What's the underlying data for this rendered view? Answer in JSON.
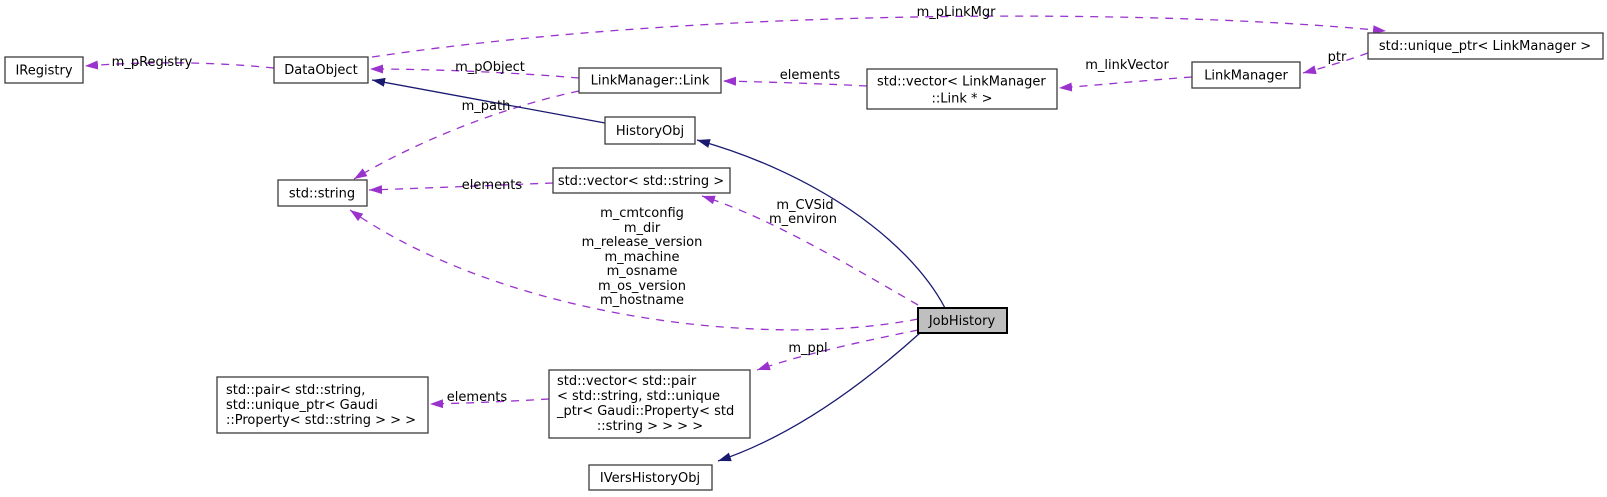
{
  "diagram": {
    "type": "class-collaboration-graph",
    "selected_node": "JobHistory",
    "colors": {
      "background": "#ffffff",
      "inheritance_edge": "#191970",
      "usage_edge": "#9a32cd",
      "node_border": "#3c3c3c",
      "node_fill": "#ffffff",
      "selected_node_fill": "#bfbfbf",
      "text": "#000000"
    }
  },
  "nodes": {
    "iregistry": {
      "label": "IRegistry"
    },
    "dataobject": {
      "label": "DataObject"
    },
    "linkmanager_link": {
      "label": "LinkManager::Link"
    },
    "vector_links": {
      "line1": "std::vector< LinkManager",
      "line2": "::Link * >"
    },
    "linkmanager": {
      "label": "LinkManager"
    },
    "unique_ptr_linkmanager": {
      "label": "std::unique_ptr< LinkManager >"
    },
    "historyobj": {
      "label": "HistoryObj"
    },
    "std_string": {
      "label": "std::string"
    },
    "vector_string": {
      "label": "std::vector< std::string >"
    },
    "jobhistory": {
      "label": "JobHistory"
    },
    "pair_property": {
      "line1": "std::pair< std::string,",
      "line2": " std::unique_ptr< Gaudi",
      "line3": "::Property< std::string > > >"
    },
    "vector_pair_property": {
      "line1": "std::vector< std::pair",
      "line2": "< std::string, std::unique",
      "line3": "_ptr< Gaudi::Property< std",
      "line4": "::string > > > >"
    },
    "ivershistoryobj": {
      "label": "IVersHistoryObj"
    }
  },
  "edge_labels": {
    "m_pRegistry": "m_pRegistry",
    "m_pObject": "m_pObject",
    "m_pLinkMgr": "m_pLinkMgr",
    "elements_links": "elements",
    "m_linkVector": "m_linkVector",
    "ptr": "ptr",
    "m_path": "m_path",
    "elements_strings": "elements",
    "m_CVSid": "m_CVSid",
    "m_environ": "m_environ",
    "string_members_line1": "m_cmtconfig",
    "string_members_line2": "m_dir",
    "string_members_line3": "m_release_version",
    "string_members_line4": "m_machine",
    "string_members_line5": "m_osname",
    "string_members_line6": "m_os_version",
    "string_members_line7": "m_hostname",
    "m_ppl": "m_ppl",
    "elements_pairs": "elements"
  }
}
